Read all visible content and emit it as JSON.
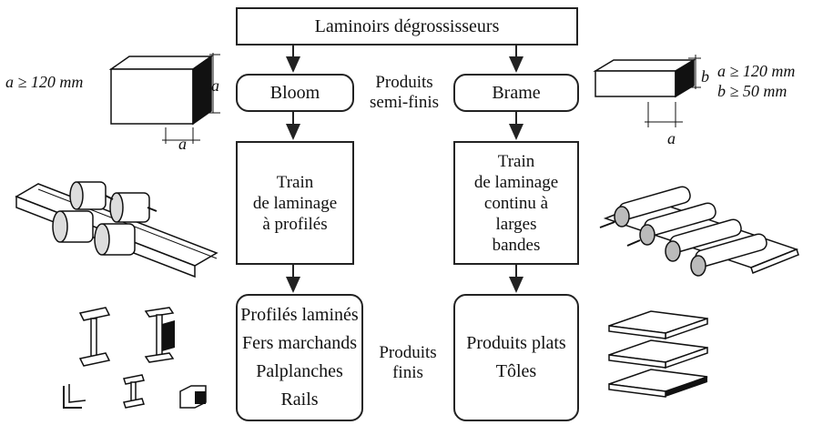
{
  "top_box": "Laminoirs dégrossisseurs",
  "semi_label": [
    "Produits",
    "semi-finis"
  ],
  "bloom": {
    "label": "Bloom",
    "dimension": "a ≥ 120 mm",
    "side_a": "a",
    "side_a2": "a"
  },
  "brame": {
    "label": "Brame",
    "dim_a": "a ≥ 120 mm",
    "dim_b": "b ≥ 50 mm",
    "side_b": "b",
    "side_a": "a"
  },
  "train_left": [
    "Train",
    "de laminage",
    "à profilés"
  ],
  "train_right": [
    "Train",
    "de laminage",
    "continu à",
    "larges",
    "bandes"
  ],
  "finis_label": [
    "Produits",
    "finis"
  ],
  "finished_left": [
    "Profilés laminés",
    "Fers marchands",
    "Palplanches",
    "Rails"
  ],
  "finished_right": [
    "Produits plats",
    "Tôles"
  ]
}
